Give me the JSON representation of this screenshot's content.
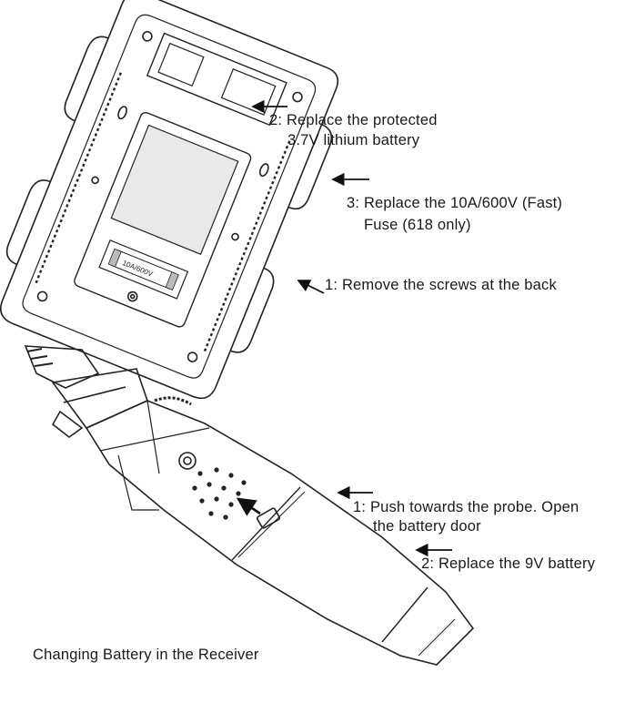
{
  "upper_unit": {
    "fuse_marking": "10A/600V",
    "callouts": [
      {
        "num": "2",
        "lines": [
          "2: Replace the protected",
          "3.7V lithium battery"
        ]
      },
      {
        "num": "3",
        "lines": [
          "3: Replace the 10A/600V (Fast)",
          "Fuse (618 only)"
        ]
      },
      {
        "num": "1",
        "lines": [
          "1: Remove the screws at the back"
        ]
      }
    ]
  },
  "receiver": {
    "callouts": [
      {
        "num": "1",
        "lines": [
          "1: Push towards the probe. Open",
          "the battery door"
        ]
      },
      {
        "num": "2",
        "lines": [
          "2: Replace the 9V battery"
        ]
      }
    ]
  },
  "caption": "Changing Battery in the Receiver"
}
